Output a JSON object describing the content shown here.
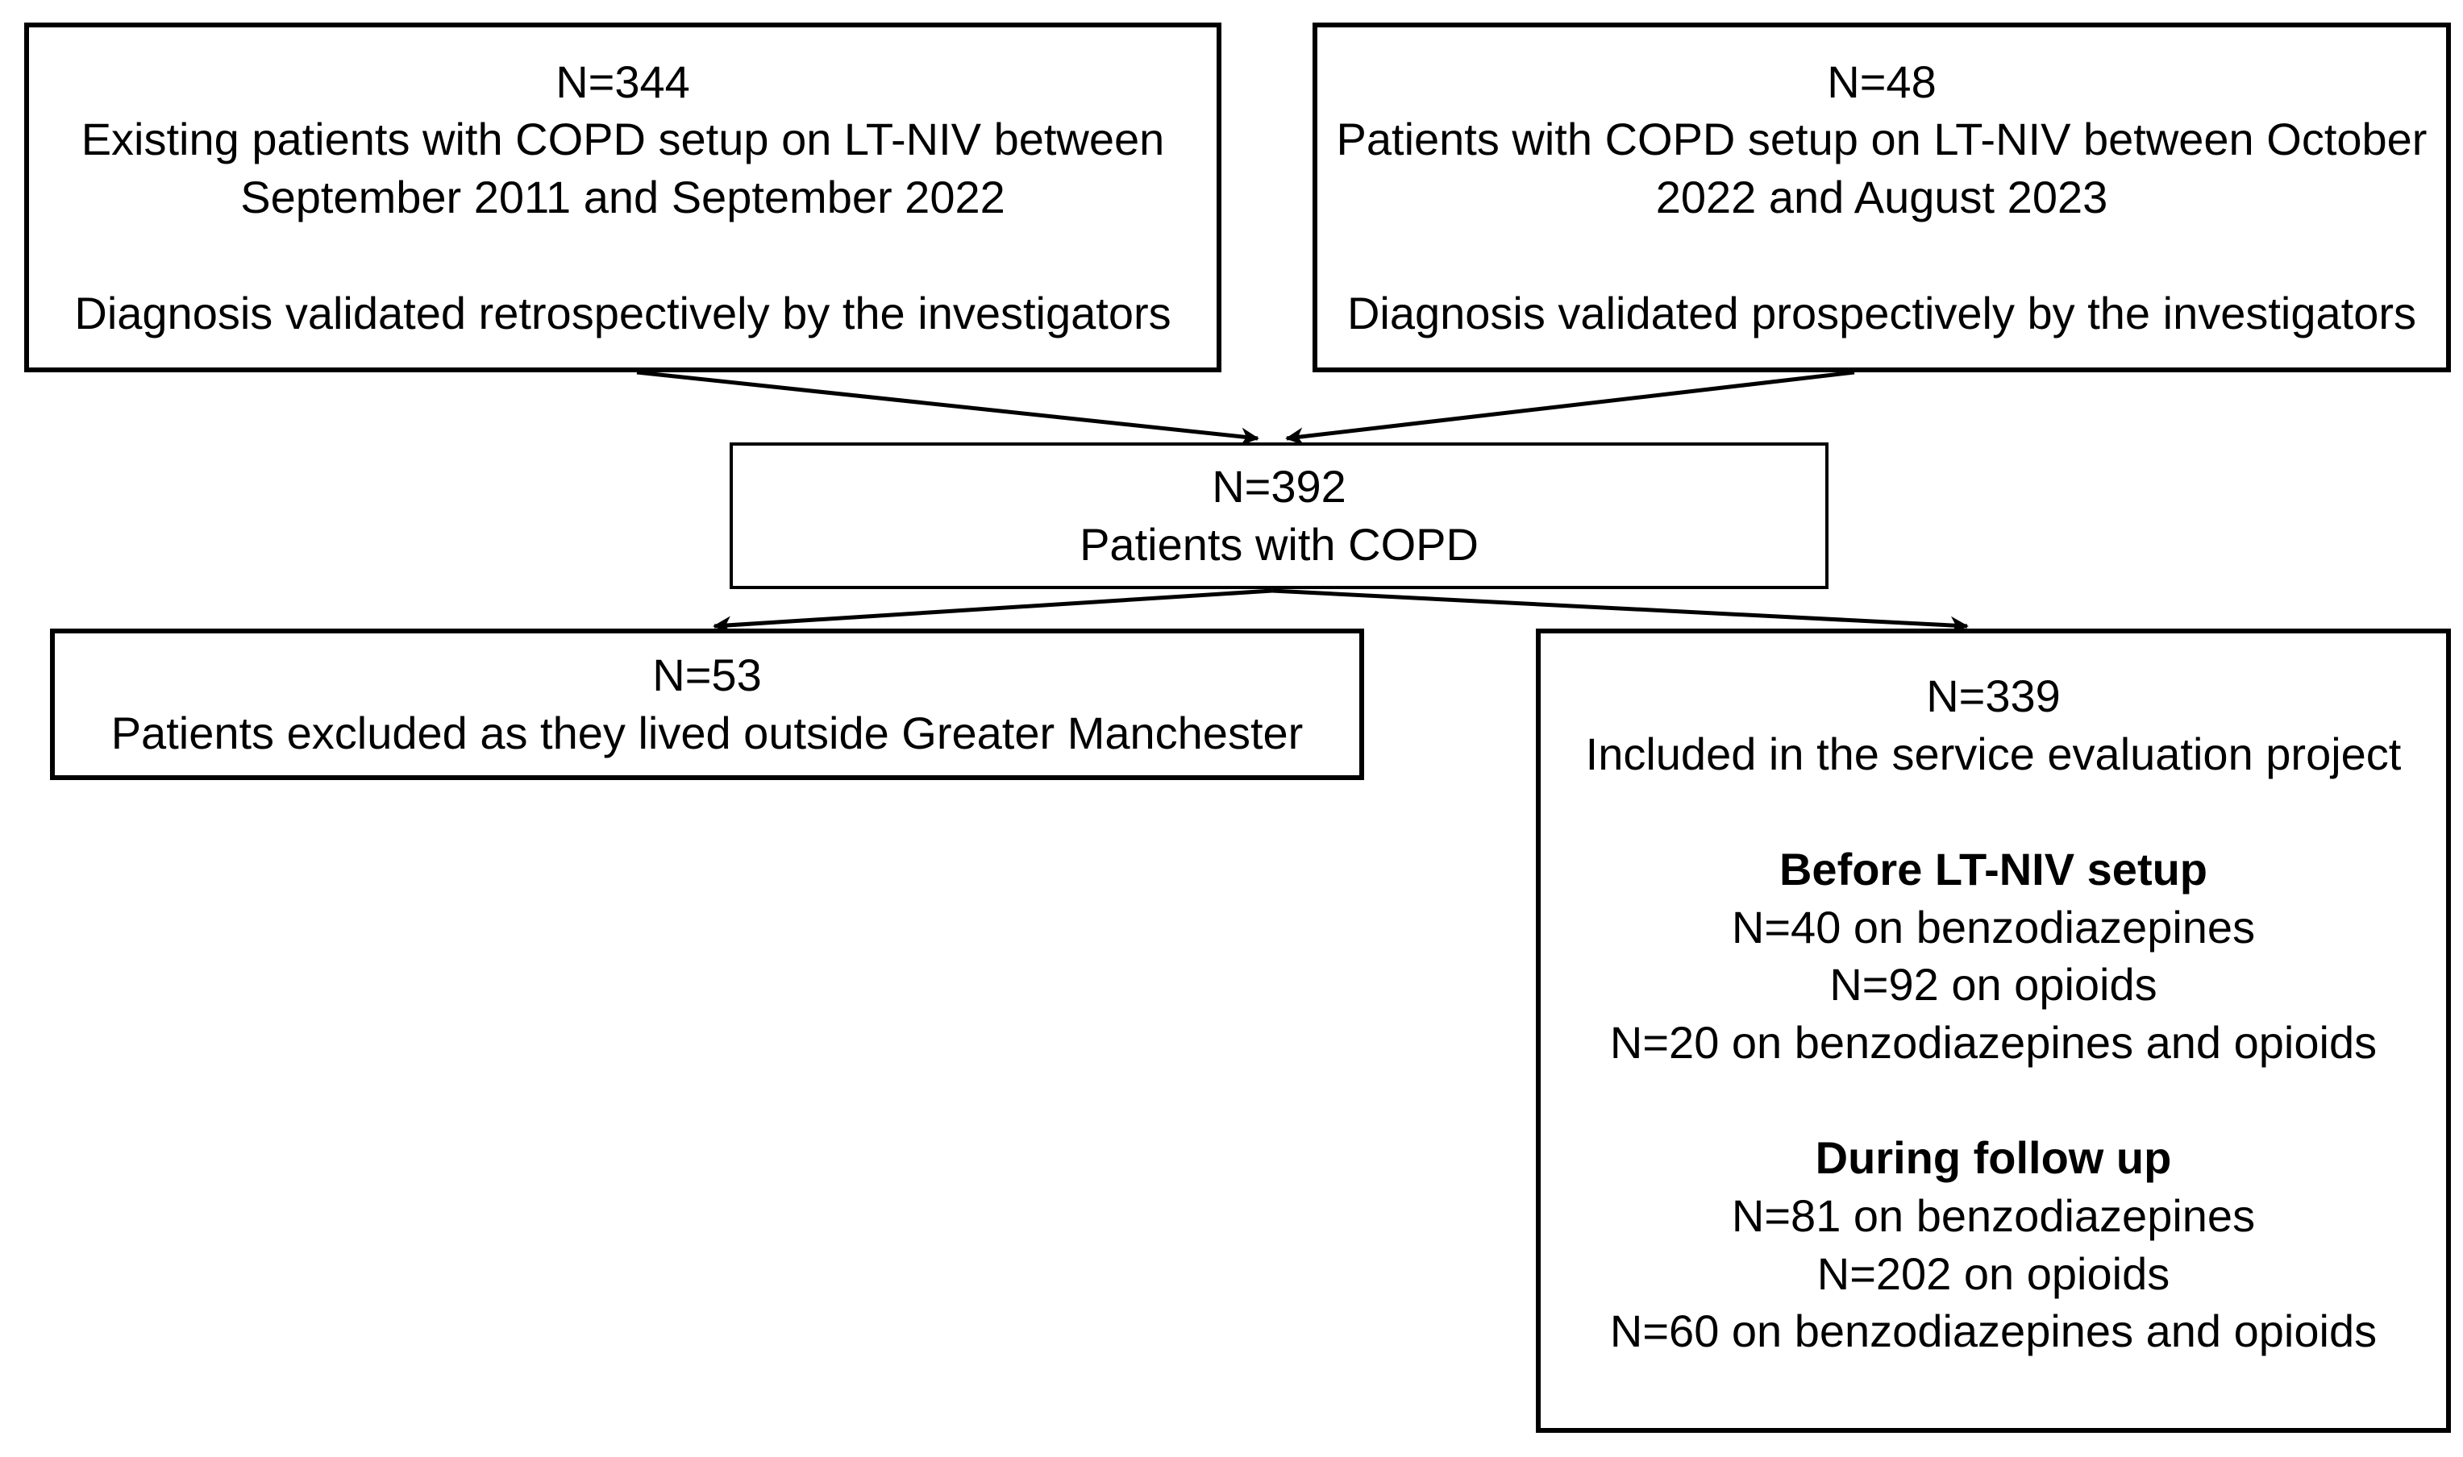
{
  "colors": {
    "background": "#ffffff",
    "box_border": "#000000",
    "text": "#000000",
    "arrow": "#000000"
  },
  "boxes": {
    "existing": {
      "lines": [
        "N=344",
        "Existing patients with COPD setup on LT-NIV between",
        "September 2011 and September 2022",
        "",
        "Diagnosis validated retrospectively by the investigators"
      ]
    },
    "prospective": {
      "lines": [
        "N=48",
        "Patients with COPD setup on LT-NIV between October",
        "2022 and August 2023",
        "",
        "Diagnosis validated prospectively by the investigators"
      ]
    },
    "merged": {
      "lines": [
        "N=392",
        "Patients with COPD"
      ]
    },
    "excluded": {
      "lines": [
        "N=53",
        "Patients excluded as they lived outside Greater Manchester"
      ]
    },
    "included": {
      "lines": [
        "N=339",
        "Included in the service evaluation project",
        "",
        "Before LT-NIV setup",
        "N=40 on benzodiazepines",
        "N=92 on opioids",
        "N=20 on benzodiazepines and opioids",
        "",
        "During follow up",
        "N=81 on benzodiazepines",
        "N=202 on opioids",
        "N=60 on benzodiazepines and opioids"
      ]
    }
  }
}
